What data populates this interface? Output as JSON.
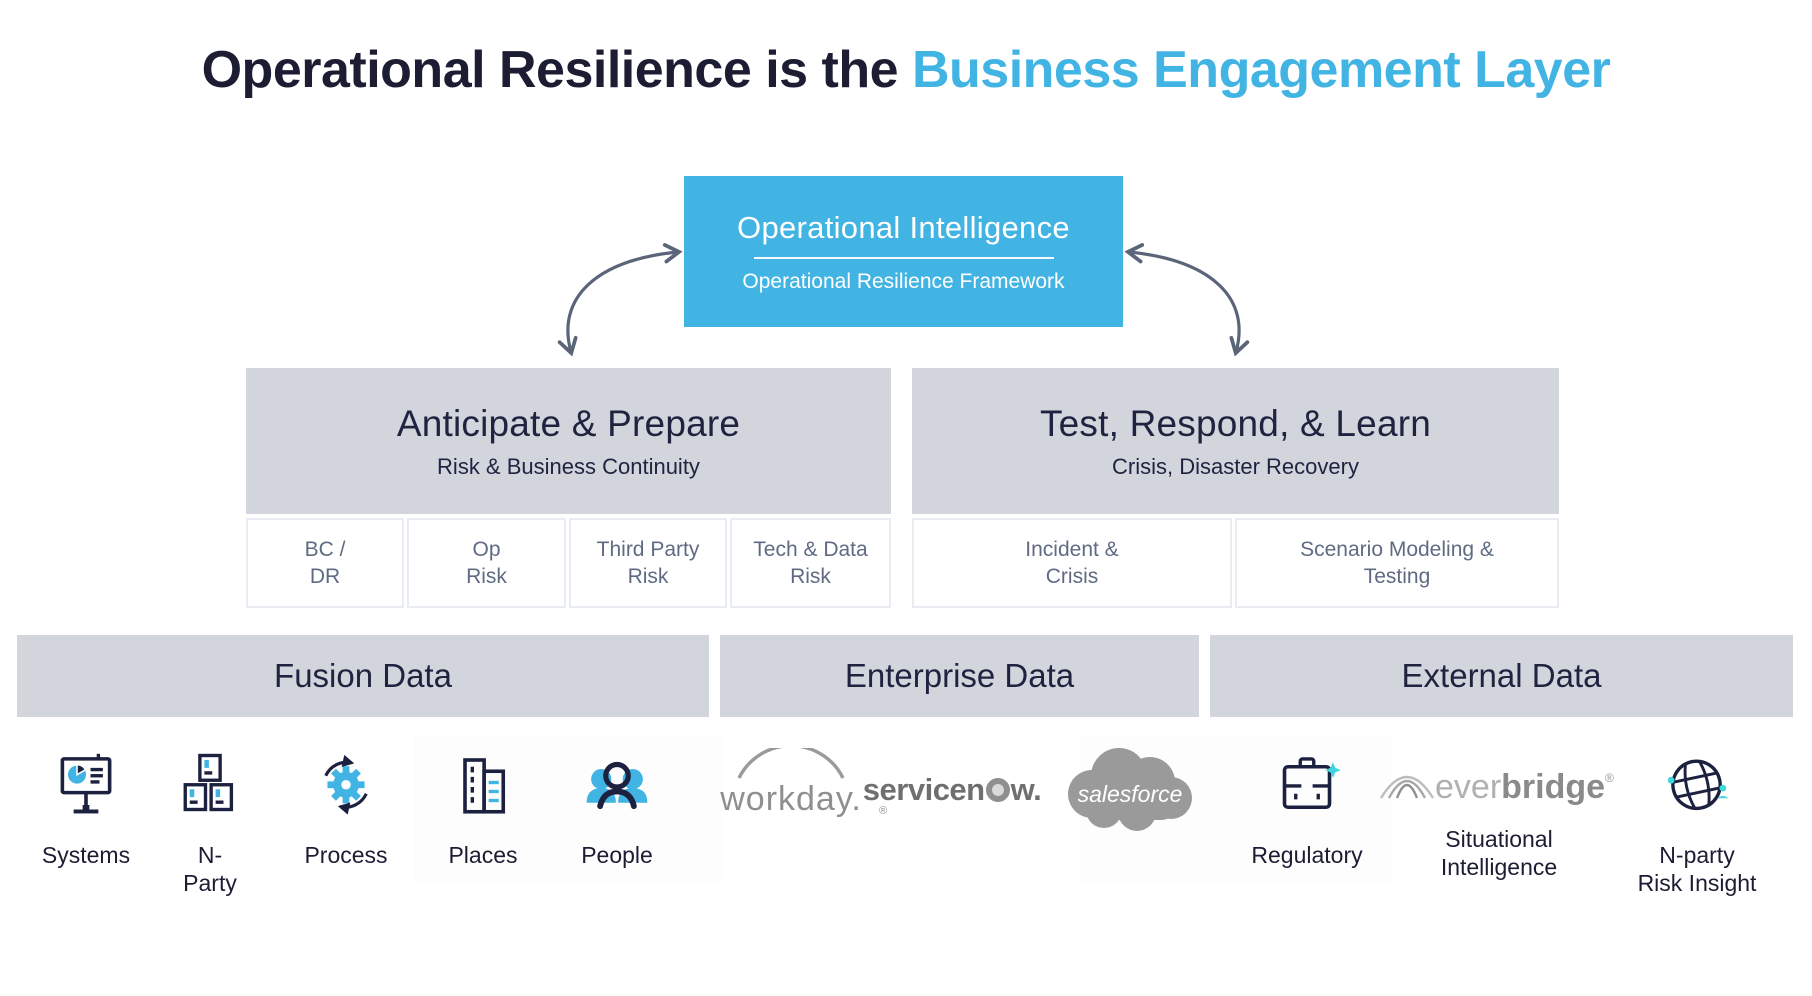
{
  "title": {
    "dark": "Operational Resilience is the ",
    "accent": "Business Engagement Layer"
  },
  "top_box": {
    "title": "Operational Intelligence",
    "subtitle": "Operational Resilience Framework"
  },
  "pillars": [
    {
      "title": "Anticipate & Prepare",
      "subtitle": "Risk & Business Continuity",
      "items": [
        "BC /\nDR",
        "Op\nRisk",
        "Third Party\nRisk",
        "Tech & Data\nRisk"
      ]
    },
    {
      "title": "Test, Respond, & Learn",
      "subtitle": "Crisis, Disaster Recovery",
      "items": [
        "Incident &\nCrisis",
        "Scenario Modeling &\nTesting"
      ]
    }
  ],
  "data_bands": [
    {
      "label": "Fusion Data"
    },
    {
      "label": "Enterprise Data"
    },
    {
      "label": "External Data"
    }
  ],
  "fusion_items": [
    {
      "icon": "presentation-chart-icon",
      "label": "Systems"
    },
    {
      "icon": "stacked-boxes-icon",
      "label": "N-\nParty"
    },
    {
      "icon": "gear-cycle-icon",
      "label": "Process"
    },
    {
      "icon": "buildings-icon",
      "label": "Places"
    },
    {
      "icon": "people-group-icon",
      "label": "People"
    }
  ],
  "enterprise_logos": [
    {
      "name": "workday",
      "text": "workday."
    },
    {
      "name": "servicenow",
      "text_pre": "servicen",
      "text_post": "w."
    },
    {
      "name": "salesforce",
      "text": "salesforce"
    }
  ],
  "external_items": [
    {
      "icon": "briefcase-icon",
      "label": "Regulatory"
    },
    {
      "icon": "everbridge-logo",
      "logo_light": "ever",
      "logo_bold": "bridge",
      "label": "Situational\nIntelligence"
    },
    {
      "icon": "globe-grid-icon",
      "label": "N-party\nRisk Insight"
    }
  ],
  "reg_mark": "®",
  "colors": {
    "accent": "#41b4e4",
    "ink": "#1c1c33",
    "navy": "#1f2340",
    "navyicon": "#1d2140",
    "band": "#d2d5dc",
    "slate": "#5f6b83",
    "arrow": "#5b6579",
    "logogray": "#9a9a9a",
    "teal": "#3fd6dd"
  }
}
